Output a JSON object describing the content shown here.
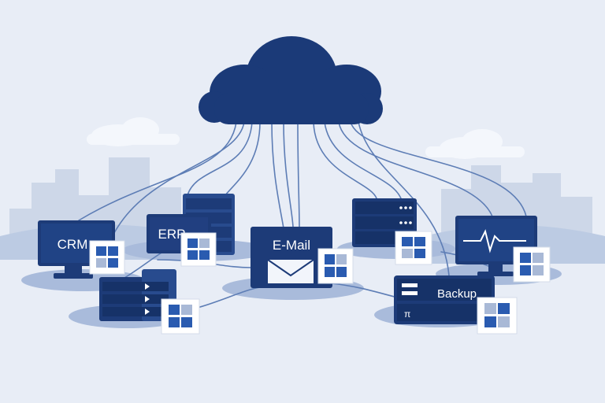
{
  "colors": {
    "background": "#e8edf6",
    "cloud": "#1b3a78",
    "device_dark": "#1d3b78",
    "device_mid": "#284b8e",
    "wire": "#5d7db5",
    "platform": "#a9bbdb",
    "skyline": "#cbd6e8",
    "tile_blue": "#2a5bb0",
    "tile_light": "#a9b9d6"
  },
  "cloud": {
    "icon": "cloud-icon"
  },
  "nodes": {
    "crm": {
      "label": "CRM",
      "icon": "monitor-icon"
    },
    "erp": {
      "label": "ERP",
      "icon": "server-rack-icon"
    },
    "email": {
      "label": "E-Mail",
      "icon": "envelope-icon"
    },
    "storage": {
      "icon": "storage-array-icon"
    },
    "server": {
      "icon": "server-stack-icon"
    },
    "monitoring": {
      "icon": "heartbeat-monitor-icon"
    },
    "backup": {
      "label": "Backup",
      "icon": "backup-server-icon"
    }
  },
  "app_tile_icon": "windows-tile-icon"
}
